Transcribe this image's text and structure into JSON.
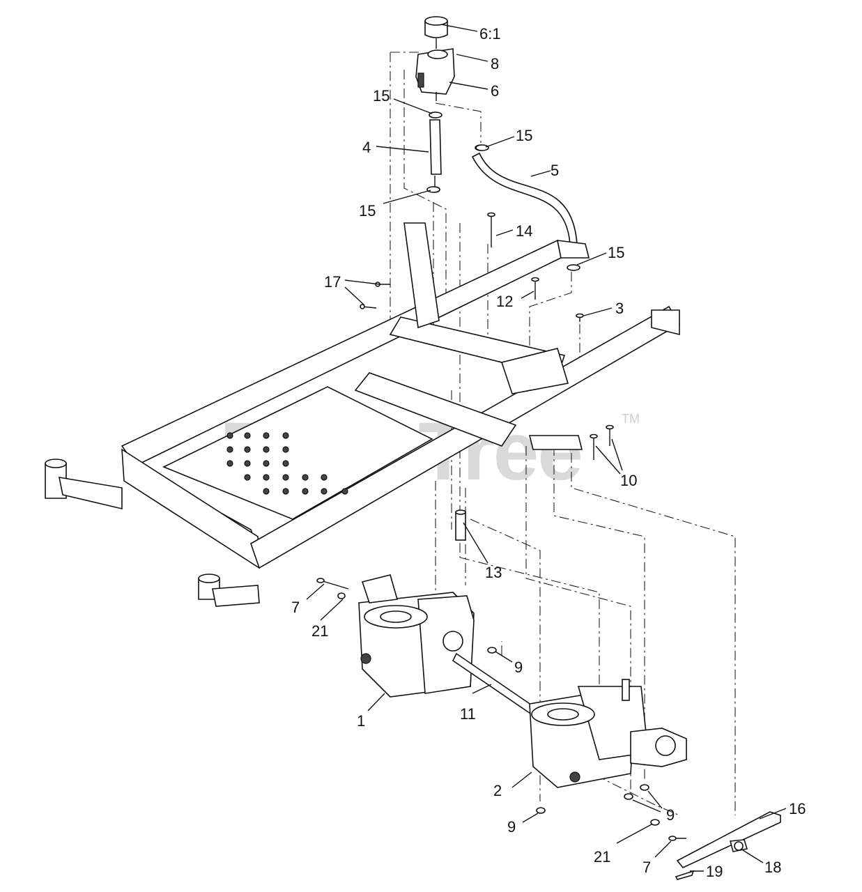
{
  "watermark": {
    "text": "PartsTree",
    "trademark": "TM"
  },
  "callouts": [
    {
      "id": "c-6-1",
      "text": "6:1"
    },
    {
      "id": "c-8",
      "text": "8"
    },
    {
      "id": "c-6",
      "text": "6"
    },
    {
      "id": "c-15a",
      "text": "15"
    },
    {
      "id": "c-15b",
      "text": "15"
    },
    {
      "id": "c-4",
      "text": "4"
    },
    {
      "id": "c-5",
      "text": "5"
    },
    {
      "id": "c-15c",
      "text": "15"
    },
    {
      "id": "c-14",
      "text": "14"
    },
    {
      "id": "c-15d",
      "text": "15"
    },
    {
      "id": "c-17",
      "text": "17"
    },
    {
      "id": "c-12",
      "text": "12"
    },
    {
      "id": "c-3",
      "text": "3"
    },
    {
      "id": "c-10",
      "text": "10"
    },
    {
      "id": "c-13",
      "text": "13"
    },
    {
      "id": "c-7a",
      "text": "7"
    },
    {
      "id": "c-21a",
      "text": "21"
    },
    {
      "id": "c-9a",
      "text": "9"
    },
    {
      "id": "c-1",
      "text": "1"
    },
    {
      "id": "c-11",
      "text": "11"
    },
    {
      "id": "c-2",
      "text": "2"
    },
    {
      "id": "c-9b",
      "text": "9"
    },
    {
      "id": "c-9c",
      "text": "9"
    },
    {
      "id": "c-16",
      "text": "16"
    },
    {
      "id": "c-21b",
      "text": "21"
    },
    {
      "id": "c-7b",
      "text": "7"
    },
    {
      "id": "c-19",
      "text": "19"
    },
    {
      "id": "c-18",
      "text": "18"
    }
  ]
}
